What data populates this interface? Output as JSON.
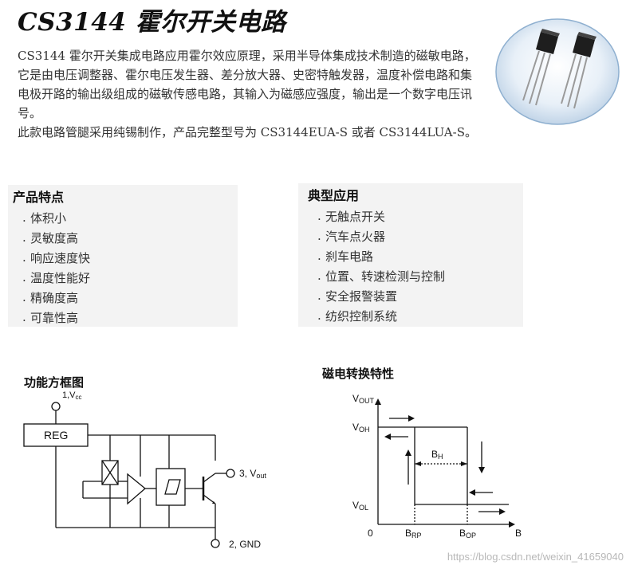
{
  "title": "CS3144 霍尔开关电路",
  "intro": {
    "paragraph1": "CS3144 霍尔开关集成电路应用霍尔效应原理，采用半导体集成技术制造的磁敏电路，它是由电压调整器、霍尔电压发生器、差分放大器、史密特触发器，温度补偿电路和集电极开路的输出级组成的磁敏传感电路，其输入为磁感应强度，输出是一个数字电压讯号。",
    "paragraph2": "此款电路管腿采用纯锡制作，产品完整型号为 CS3144EUA-S 或者 CS3144LUA-S。"
  },
  "features": {
    "title": "产品特点",
    "items": [
      "体积小",
      "灵敏度高",
      "响应速度快",
      "温度性能好",
      "精确度高",
      "可靠性高"
    ]
  },
  "applications": {
    "title": "典型应用",
    "items": [
      "无触点开关",
      "汽车点火器",
      "刹车电路",
      "位置、转速检测与控制",
      "安全报警装置",
      "纺织控制系统"
    ]
  },
  "block_diagram": {
    "title": "功能方框图",
    "pin1_prefix": "1,V",
    "pin1_sub": "cc",
    "reg_label": "REG",
    "pin3_prefix": "3, V",
    "pin3_sub": "out",
    "pin2_label": "2, GND"
  },
  "transfer": {
    "title": "磁电转换特性",
    "y_axis": "V",
    "y_axis_sub": "OUT",
    "voh": "V",
    "voh_sub": "OH",
    "vol": "V",
    "vol_sub": "OL",
    "origin": "0",
    "brp": "B",
    "brp_sub": "RP",
    "bop": "B",
    "bop_sub": "OP",
    "x_axis": "B",
    "bh": "B",
    "bh_sub": "H"
  },
  "watermark": "https://blog.csdn.net/weixin_41659040",
  "colors": {
    "box_bg": "#f3f3f3",
    "photo_bg": "#dce8f4",
    "text": "#333333"
  }
}
